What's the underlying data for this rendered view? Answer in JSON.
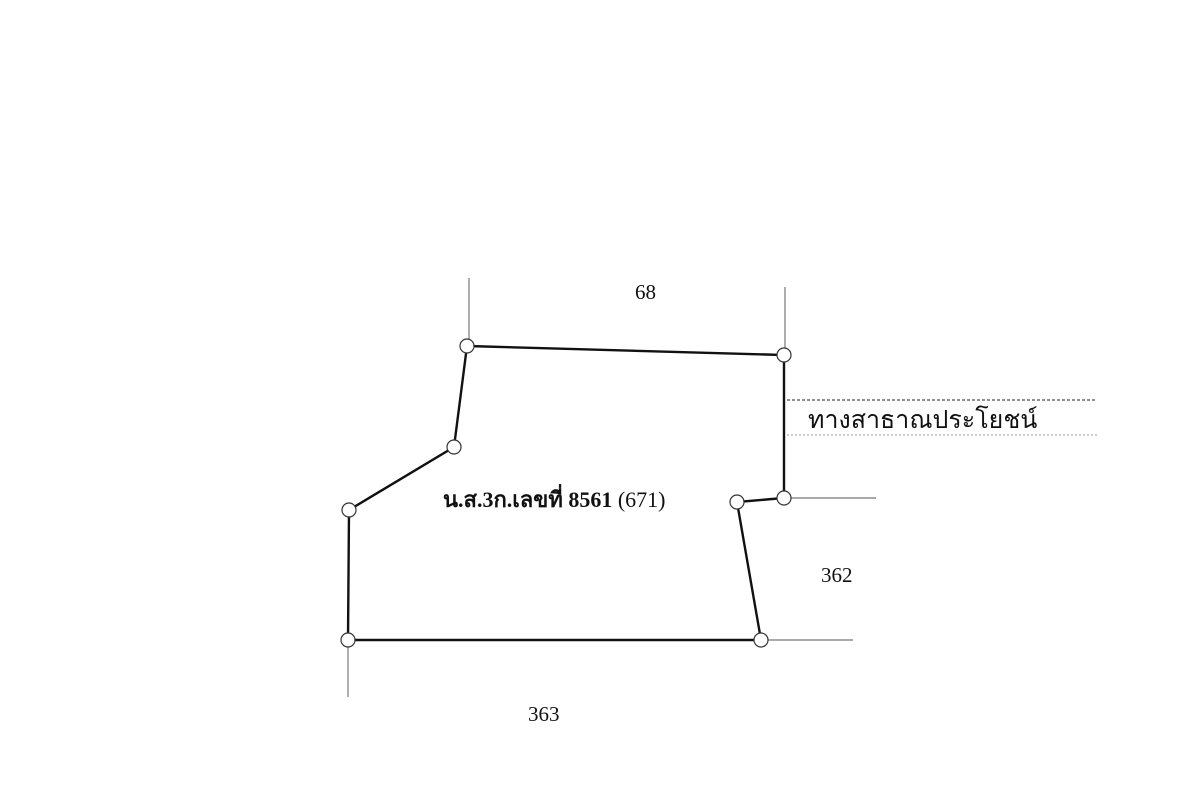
{
  "parcel": {
    "title_prefix": "น.ส.3ก.เลขที่ 8561",
    "title_suffix": "(671)"
  },
  "neighbors": {
    "north": "68",
    "east": "362",
    "south": "363"
  },
  "road_label": "ทางสาธาณประโยชน์",
  "colors": {
    "boundary": "#111111",
    "guide": "#666666"
  }
}
